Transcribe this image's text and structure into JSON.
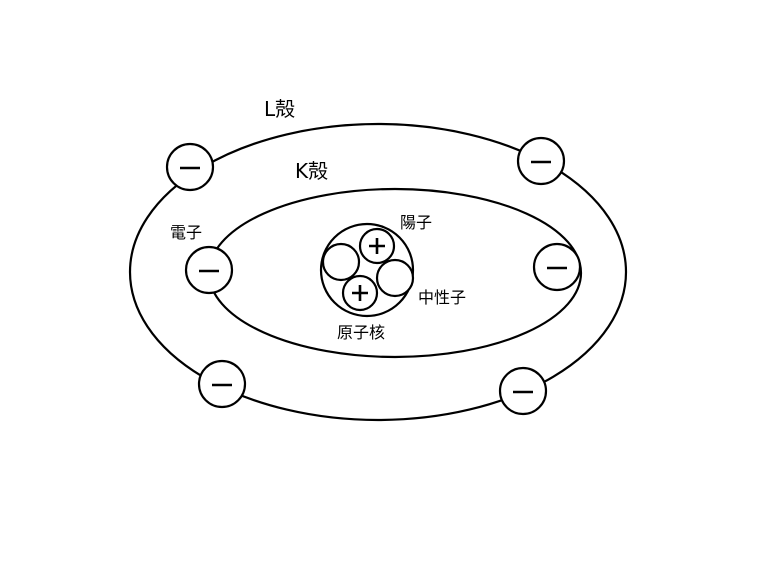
{
  "diagram": {
    "shells": {
      "L": "L殻",
      "K": "K殻"
    },
    "labels": {
      "electron": "電子",
      "proton": "陽子",
      "neutron": "中性子",
      "nucleus": "原子核"
    },
    "counts": {
      "electrons_L_shell": 4,
      "electrons_K_shell": 2,
      "protons": 2,
      "neutrons": 2
    },
    "symbols": {
      "electron": "−",
      "proton": "+"
    }
  }
}
